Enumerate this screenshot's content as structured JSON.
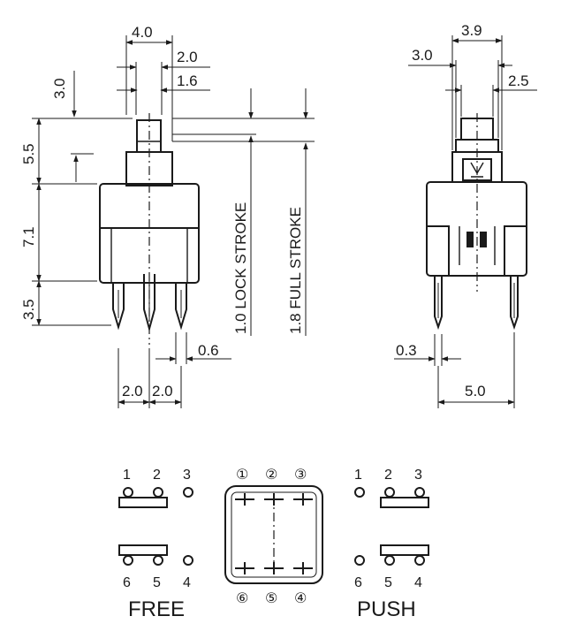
{
  "front_view": {
    "dims": {
      "body_width": "4.0",
      "plunger_width": "2.0",
      "tip_width": "1.6",
      "tip_height": "3.0",
      "plunger_height": "5.5",
      "body_height": "7.1",
      "pin_length": "3.5",
      "pin_thickness": "0.6",
      "pitch_left": "2.0",
      "pitch_right": "2.0"
    },
    "lock_stroke": "1.0 LOCK STROKE",
    "full_stroke": "1.8 FULL STROKE"
  },
  "side_view": {
    "dims": {
      "top_width": "3.9",
      "inner_left": "3.0",
      "inner_right": "2.5",
      "pin_width": "0.3",
      "pin_span": "5.0"
    }
  },
  "schematics": {
    "free": {
      "label": "FREE",
      "top_pins": [
        "1",
        "2",
        "3"
      ],
      "bottom_pins": [
        "6",
        "5",
        "4"
      ]
    },
    "pinout": {
      "top_pins": [
        "①",
        "②",
        "③"
      ],
      "bottom_pins": [
        "⑥",
        "⑤",
        "④"
      ]
    },
    "push": {
      "label": "PUSH",
      "top_pins": [
        "1",
        "2",
        "3"
      ],
      "bottom_pins": [
        "6",
        "5",
        "4"
      ]
    }
  }
}
